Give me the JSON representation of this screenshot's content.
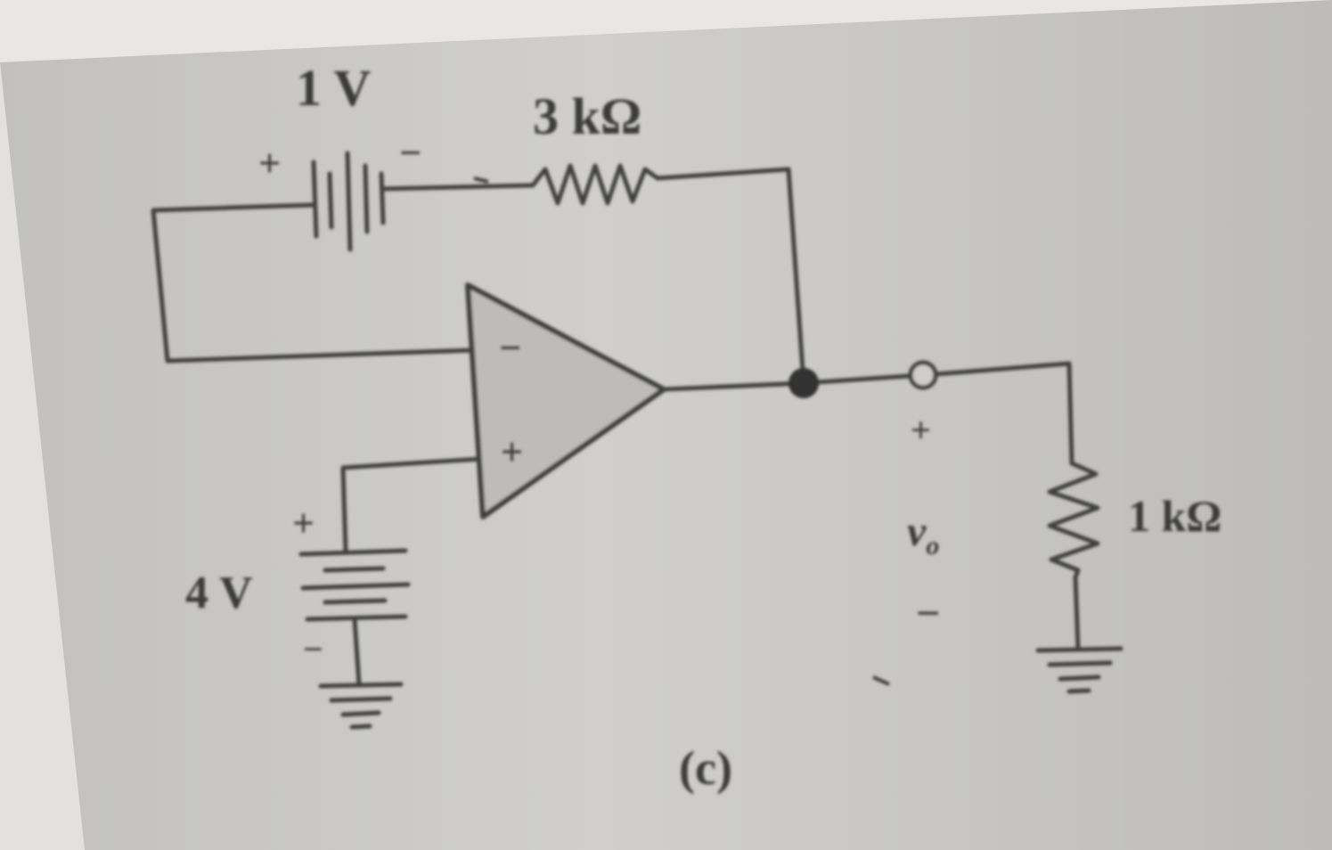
{
  "figure": {
    "caption": "(c)",
    "colors": {
      "ink": "#404040",
      "paper": "#c9c8c6",
      "background": "#e6e5e3"
    }
  },
  "components": {
    "feedback_battery": {
      "value": "1 V",
      "plus": "+",
      "minus": "−"
    },
    "feedback_resistor": {
      "value": "3 kΩ"
    },
    "input_battery": {
      "value": "4 V",
      "plus": "+",
      "minus": "−"
    },
    "load_resistor": {
      "value": "1 kΩ"
    },
    "opamp": {
      "inverting_sign": "−",
      "noninverting_sign": "+"
    }
  },
  "output": {
    "label": "v",
    "subscript": "o",
    "plus": "+",
    "minus": "−"
  }
}
